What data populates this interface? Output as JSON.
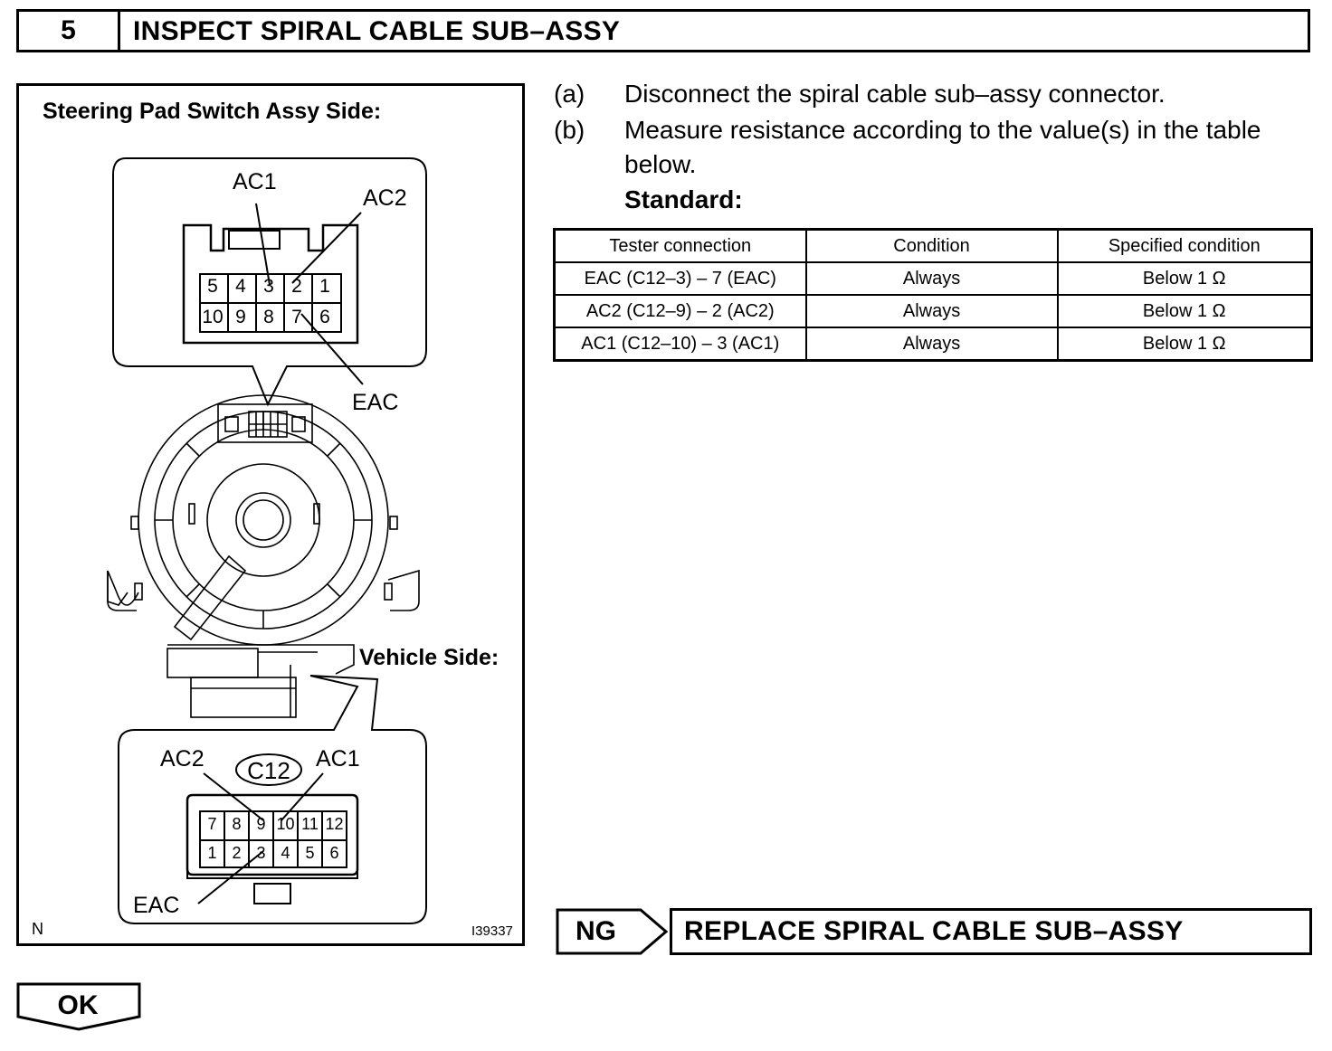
{
  "header": {
    "step_number": "5",
    "title": "INSPECT SPIRAL CABLE SUB–ASSY"
  },
  "figure": {
    "steering_side_label": "Steering Pad Switch Assy Side:",
    "vehicle_side_label": "Vehicle Side:",
    "top_connector": {
      "labels": {
        "ac1": "AC1",
        "ac2": "AC2",
        "eac": "EAC"
      },
      "row1": [
        "5",
        "4",
        "3",
        "2",
        "1"
      ],
      "row2": [
        "10",
        "9",
        "8",
        "7",
        "6"
      ]
    },
    "bottom_connector": {
      "id": "C12",
      "labels": {
        "ac1": "AC1",
        "ac2": "AC2",
        "eac": "EAC"
      },
      "row1": [
        "7",
        "8",
        "9",
        "10",
        "11",
        "12"
      ],
      "row2": [
        "1",
        "2",
        "3",
        "4",
        "5",
        "6"
      ]
    },
    "corner_mark": "N",
    "figure_code": "I39337"
  },
  "steps": [
    {
      "label": "(a)",
      "text": "Disconnect the spiral cable sub–assy connector."
    },
    {
      "label": "(b)",
      "text": "Measure resistance according to the value(s) in the table",
      "text_cont": "below."
    }
  ],
  "standard_label": "Standard:",
  "table": {
    "headers": [
      "Tester connection",
      "Condition",
      "Specified condition"
    ],
    "rows": [
      [
        "EAC (C12–3) – 7 (EAC)",
        "Always",
        "Below 1 Ω"
      ],
      [
        "AC2 (C12–9) – 2 (AC2)",
        "Always",
        "Below 1 Ω"
      ],
      [
        "AC1 (C12–10) – 3 (AC1)",
        "Always",
        "Below 1 Ω"
      ]
    ]
  },
  "ng": {
    "label": "NG",
    "result": "REPLACE SPIRAL CABLE SUB–ASSY"
  },
  "ok": {
    "label": "OK"
  }
}
